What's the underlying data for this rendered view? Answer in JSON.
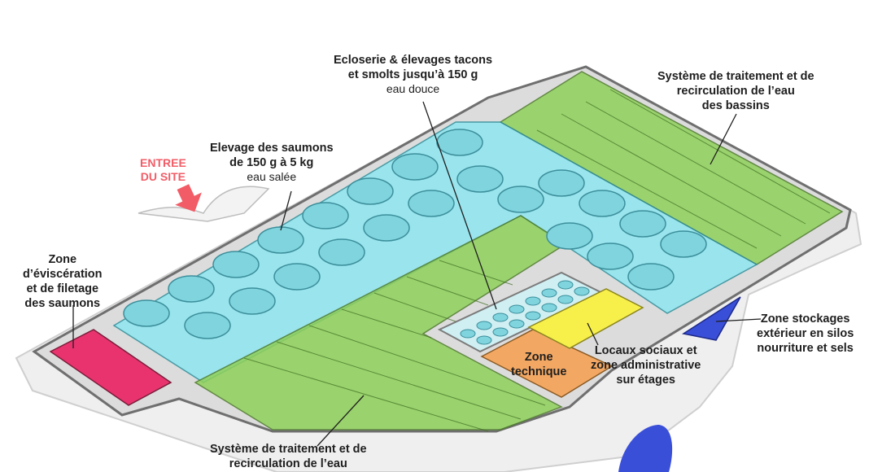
{
  "labels": {
    "ecloserie": {
      "lines": [
        "Ecloserie & élevages tacons",
        "et smolts jusqu’à 150 g"
      ],
      "sub": "eau douce"
    },
    "traitement_bassins": {
      "lines": [
        "Système de traitement et de",
        "recirculation de l’eau",
        "des bassins"
      ]
    },
    "elevage_saumons": {
      "lines": [
        "Elevage des saumons",
        "de 150 g à 5 kg"
      ],
      "sub": "eau salée"
    },
    "entree": {
      "lines": [
        "ENTREE",
        "DU SITE"
      ]
    },
    "evisceration": {
      "lines": [
        "Zone",
        "d’éviscération",
        "et de filetage",
        "des saumons"
      ]
    },
    "zone_technique": {
      "lines": [
        "Zone",
        "technique"
      ]
    },
    "locaux": {
      "lines": [
        "Locaux sociaux et",
        "zone administrative",
        "sur étages"
      ]
    },
    "stockage": {
      "lines": [
        "Zone stockages",
        "extérieur en silos",
        "nourriture et sels"
      ]
    },
    "traitement_eau": {
      "lines": [
        "Système de traitement et de",
        "recirculation de l’eau"
      ]
    }
  },
  "colors": {
    "entree": "#f25c66",
    "salt_water_zone": "#8ee6f0",
    "recirculation_zone": "#8fd15a",
    "evisceration_zone": "#e8336f",
    "technique_zone": "#f2a863",
    "admin_zone": "#f7ef4a",
    "storage_zone": "#3a4fd8",
    "walls": "#8a8a8a",
    "ground": "#eeeeee"
  }
}
